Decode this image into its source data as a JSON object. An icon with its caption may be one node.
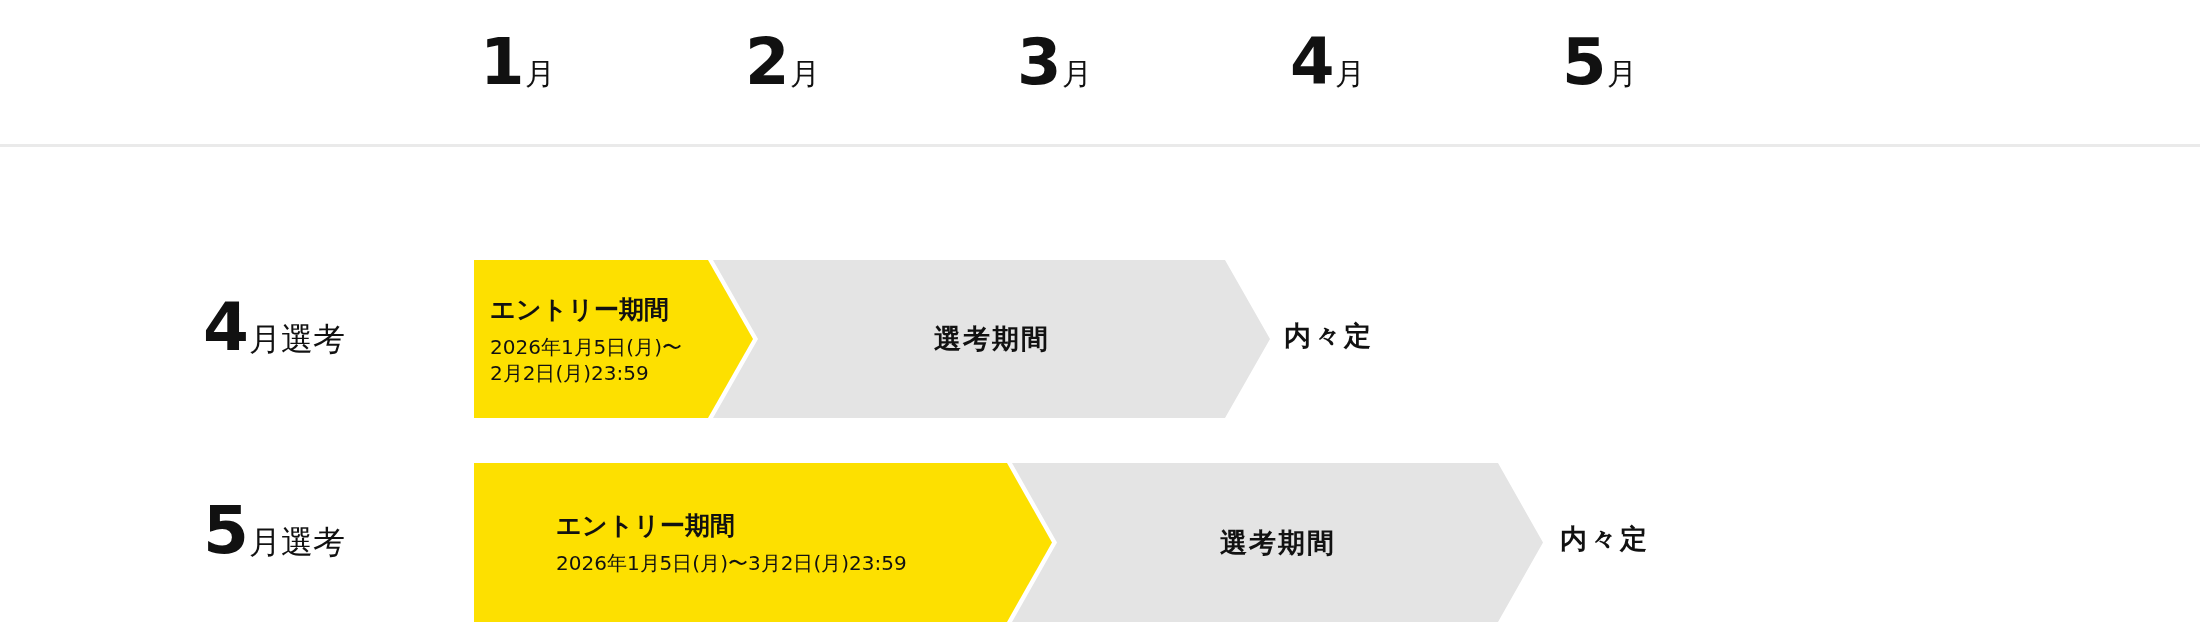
{
  "diagram": {
    "nodes": [
      {
        "text": [
          "エントリー期間",
          "2026年1月5日(月)〜2月2日(月)23:59"
        ]
      },
      {
        "text": [
          "選考期間"
        ]
      },
      {
        "text": [
          "内々定"
        ]
      },
      {
        "text": [
          "エントリー期間",
          "2026年1月5日(月)〜3月2日(月)23:59"
        ]
      },
      {
        "text": [
          "選考期間"
        ]
      },
      {
        "text": [
          "内々定"
        ]
      }
    ],
    "labels": [
      "1月",
      "2月",
      "3月",
      "4月",
      "5月",
      "4月選考",
      "5月選考"
    ]
  }
}
